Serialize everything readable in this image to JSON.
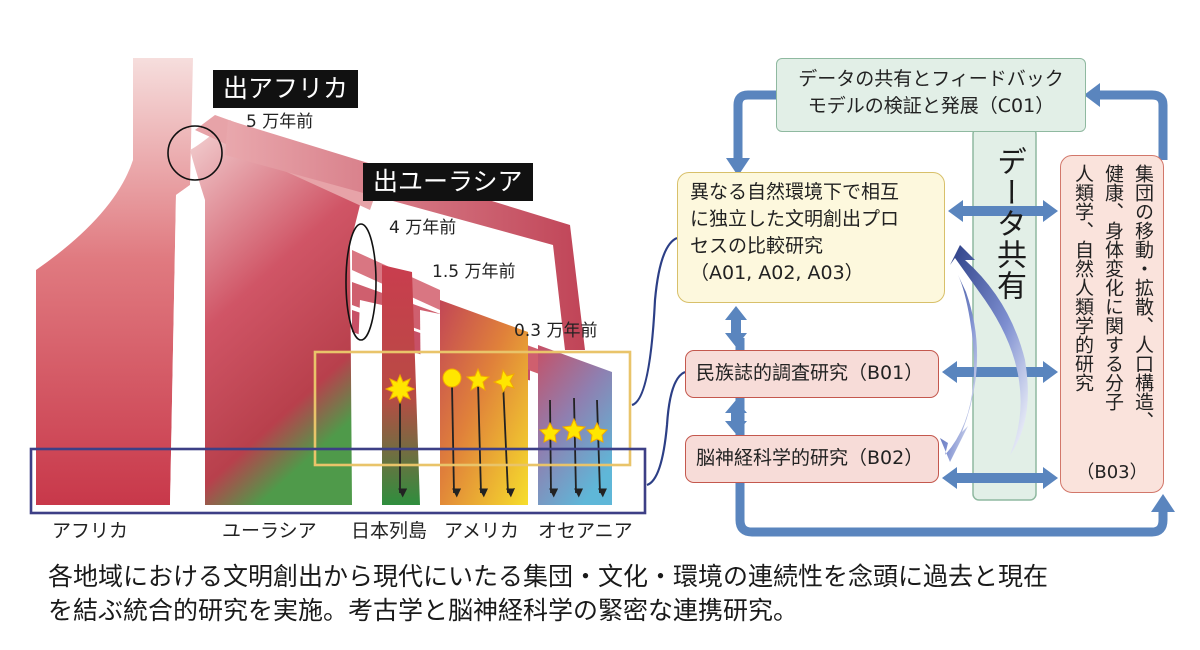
{
  "left_diagram": {
    "badges": {
      "out_of_africa": "出アフリカ",
      "out_of_eurasia": "出ユーラシア"
    },
    "times": {
      "t5": "5 万年前",
      "t4": "4 万年前",
      "t15": "1.5 万年前",
      "t03": "0.3 万年前"
    },
    "regions": [
      "アフリカ",
      "ユーラシア",
      "日本列島",
      "アメリカ",
      "オセアニア"
    ],
    "colors": {
      "lineage_red": "#c8384a",
      "highlight_yellow": "#e9c46a",
      "frame_navy": "#3d3f86",
      "marker_yellow": "#ffe600"
    }
  },
  "right_diagram": {
    "c01": {
      "line1": "データの共有とフィードバック",
      "line2": "モデルの検証と発展（C01）"
    },
    "a": {
      "line1": "異なる自然環境下で相互",
      "line2": "に独立した文明創出プロ",
      "line3": "セスの比較研究",
      "line4": "（A01, A02, A03）"
    },
    "b01": "民族誌的調査研究（B01）",
    "b02": "脳神経科学的研究（B02）",
    "b03": {
      "col1": "集団の移動・拡散、人口構造、",
      "col2": "健康、身体変化に関する分子",
      "col3": "人類学、自然人類学的研究",
      "code": "（B03）"
    },
    "data_share": "データ共有",
    "colors": {
      "arrow_blue": "#5a85be",
      "dark_arrow": "#2c3f86",
      "c01_fill": "#e2efe7",
      "a_fill": "#fdf8dd",
      "b_fill": "#f7dcd8"
    }
  },
  "caption": {
    "line1": "各地域における文明創出から現代にいたる集団・文化・環境の連続性を念頭に過去と現在",
    "line2": "を結ぶ統合的研究を実施。考古学と脳神経科学の緊密な連携研究。"
  }
}
